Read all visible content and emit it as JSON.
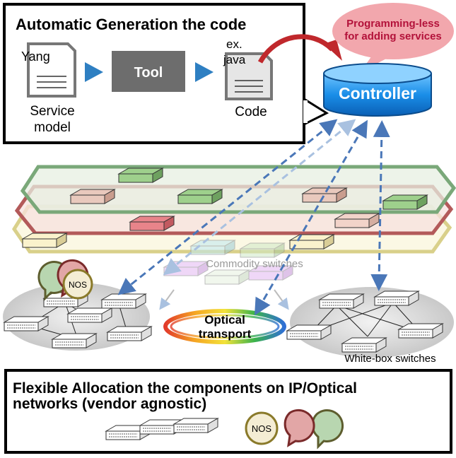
{
  "top_box": {
    "title": "Automatic Generation the code",
    "doc_left_label": "Yang",
    "service_model_line1": "Service",
    "service_model_line2": "model",
    "tool_label": "Tool",
    "code_top_line1": "ex.",
    "code_top_line2": "java",
    "code_label": "Code"
  },
  "callout": {
    "line1": "Programming-less",
    "line2": "for adding services"
  },
  "controller": {
    "label": "Controller"
  },
  "middle": {
    "commodity_label": "Commodity switches",
    "optical_line1": "Optical",
    "optical_line2": "transport",
    "nos_label": "NOS",
    "whitebox_label": "White-box switches"
  },
  "bottom_box": {
    "title_line1": "Flexible Allocation the components on IP/Optical",
    "title_line2": "networks (vendor agnostic)",
    "nos_label": "NOS"
  },
  "colors": {
    "controller_blue": "#1a8ee8",
    "arrow_blue": "#4a77b8",
    "tool_gray": "#6d6d6d",
    "layer_green": "#7aa879",
    "layer_red": "#b35a5a",
    "layer_yellow": "#d9d08a",
    "callout_pink": "#f2a7ad"
  }
}
